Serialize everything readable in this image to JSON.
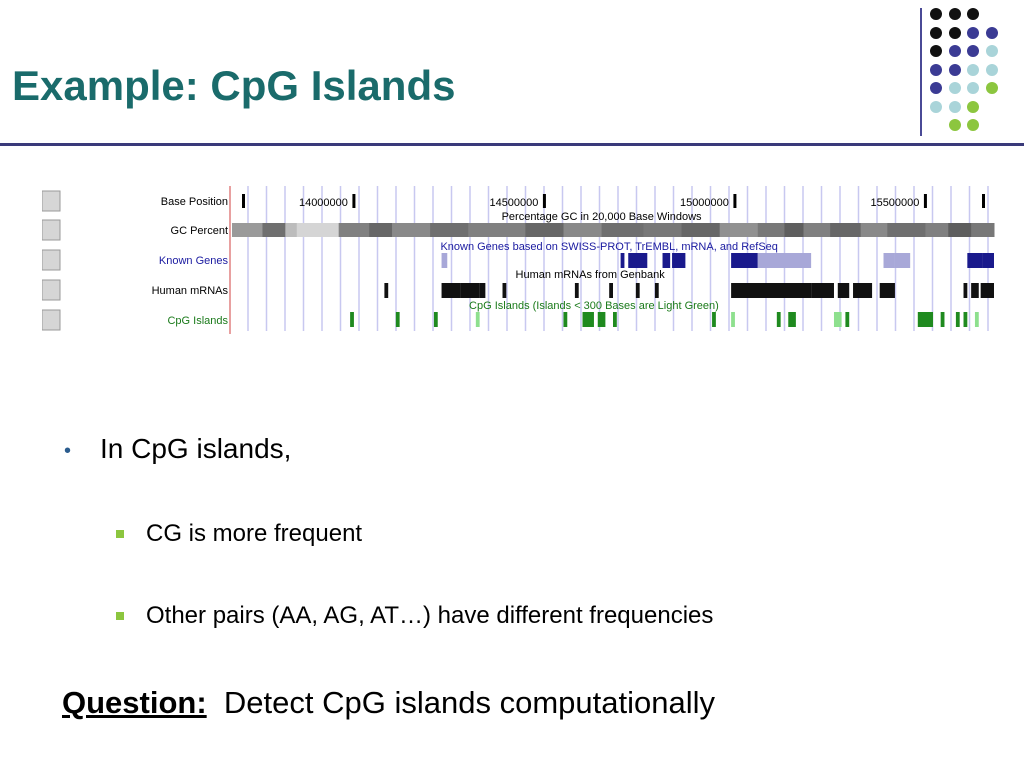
{
  "slide": {
    "title": "Example: CpG Islands",
    "bullet": "In CpG islands,",
    "subbullets": [
      "CG is more frequent",
      "Other pairs (AA, AG, AT…) have different frequencies"
    ],
    "question_label": "Question:",
    "question_text": "Detect CpG islands computationally",
    "colors": {
      "title": "#1a6b6b",
      "rule": "#3a3a7a",
      "bullet": "#2b5c8e",
      "subbullet": "#8cc63f"
    }
  },
  "decoration": {
    "dot_rows": [
      [
        "black",
        "black",
        "black"
      ],
      [
        "black",
        "black",
        "purple",
        "purple"
      ],
      [
        "black",
        "purple",
        "purple",
        "lightblue"
      ],
      [
        "purple",
        "purple",
        "lightblue",
        "lightblue"
      ],
      [
        "purple",
        "lightblue",
        "lightblue",
        "green"
      ],
      [
        "lightblue",
        "lightblue",
        "green"
      ],
      [
        "green",
        "green"
      ]
    ],
    "colors": {
      "black": "#111111",
      "purple": "#3b3b94",
      "lightblue": "#a9d4d9",
      "green": "#8cc63f"
    }
  },
  "genome_browser": {
    "track_labels": [
      "Base Position",
      "GC Percent",
      "Known Genes",
      "Human mRNAs",
      "CpG Islands"
    ],
    "track_colors": [
      "#000000",
      "#000000",
      "#1a1aa0",
      "#000000",
      "#1a7a1a"
    ],
    "positions": [
      {
        "label": "14000000",
        "value": 14000000
      },
      {
        "label": "14500000",
        "value": 14500000
      },
      {
        "label": "15000000",
        "value": 15000000
      },
      {
        "label": "15500000",
        "value": 15500000
      }
    ],
    "range": [
      13680000,
      15680000
    ],
    "track_titles": {
      "gc": "Percentage GC in 20,000 Base Windows",
      "genes": "Known Genes based on SWISS-PROT, TrEMBL, mRNA, and RefSeq",
      "mrna": "Human mRNAs from Genbank",
      "cpg": "CpG Islands (Islands < 300 Bases are Light Green)"
    },
    "gc_segments": [
      [
        13680000,
        13760000,
        0.45
      ],
      [
        13760000,
        13820000,
        0.7
      ],
      [
        13820000,
        13850000,
        0.25
      ],
      [
        13850000,
        13960000,
        0.1
      ],
      [
        13960000,
        14040000,
        0.6
      ],
      [
        14040000,
        14100000,
        0.75
      ],
      [
        14100000,
        14200000,
        0.55
      ],
      [
        14200000,
        14300000,
        0.7
      ],
      [
        14300000,
        14450000,
        0.6
      ],
      [
        14450000,
        14550000,
        0.75
      ],
      [
        14550000,
        14650000,
        0.55
      ],
      [
        14650000,
        14760000,
        0.7
      ],
      [
        14760000,
        14860000,
        0.65
      ],
      [
        14860000,
        14960000,
        0.75
      ],
      [
        14960000,
        15060000,
        0.5
      ],
      [
        15060000,
        15130000,
        0.65
      ],
      [
        15130000,
        15180000,
        0.8
      ],
      [
        15180000,
        15250000,
        0.6
      ],
      [
        15250000,
        15330000,
        0.75
      ],
      [
        15330000,
        15400000,
        0.55
      ],
      [
        15400000,
        15500000,
        0.7
      ],
      [
        15500000,
        15560000,
        0.6
      ],
      [
        15560000,
        15620000,
        0.8
      ],
      [
        15620000,
        15680000,
        0.65
      ]
    ],
    "gene_blocks": [
      [
        14230000,
        14245000,
        "light"
      ],
      [
        14700000,
        14710000,
        "dark"
      ],
      [
        14720000,
        14770000,
        "dark"
      ],
      [
        14810000,
        14830000,
        "dark"
      ],
      [
        14835000,
        14870000,
        "dark"
      ],
      [
        14990000,
        15060000,
        "dark"
      ],
      [
        15060000,
        15200000,
        "light"
      ],
      [
        15390000,
        15420000,
        "light"
      ],
      [
        15420000,
        15460000,
        "light"
      ],
      [
        15610000,
        15650000,
        "dark"
      ],
      [
        15650000,
        15680000,
        "dark"
      ]
    ],
    "mrna_blocks": [
      [
        14080000,
        14090000
      ],
      [
        14230000,
        14280000
      ],
      [
        14280000,
        14330000
      ],
      [
        14330000,
        14345000
      ],
      [
        14390000,
        14400000
      ],
      [
        14580000,
        14590000
      ],
      [
        14670000,
        14680000
      ],
      [
        14740000,
        14750000
      ],
      [
        14790000,
        14800000
      ],
      [
        14990000,
        15200000
      ],
      [
        15200000,
        15260000
      ],
      [
        15270000,
        15300000
      ],
      [
        15310000,
        15360000
      ],
      [
        15380000,
        15420000
      ],
      [
        15600000,
        15610000
      ],
      [
        15620000,
        15640000
      ],
      [
        15645000,
        15680000
      ]
    ],
    "cpg_islands": [
      [
        13990000,
        14000000,
        0
      ],
      [
        14110000,
        14120000,
        0
      ],
      [
        14210000,
        14220000,
        0
      ],
      [
        14320000,
        14330000,
        1
      ],
      [
        14550000,
        14560000,
        0
      ],
      [
        14600000,
        14630000,
        0
      ],
      [
        14640000,
        14660000,
        0
      ],
      [
        14680000,
        14690000,
        0
      ],
      [
        14940000,
        14950000,
        0
      ],
      [
        14990000,
        15000000,
        1
      ],
      [
        15110000,
        15120000,
        0
      ],
      [
        15140000,
        15160000,
        0
      ],
      [
        15260000,
        15280000,
        1
      ],
      [
        15290000,
        15300000,
        0
      ],
      [
        15480000,
        15520000,
        0
      ],
      [
        15540000,
        15550000,
        0
      ],
      [
        15580000,
        15590000,
        0
      ],
      [
        15600000,
        15610000,
        0
      ],
      [
        15630000,
        15640000,
        1
      ]
    ]
  }
}
